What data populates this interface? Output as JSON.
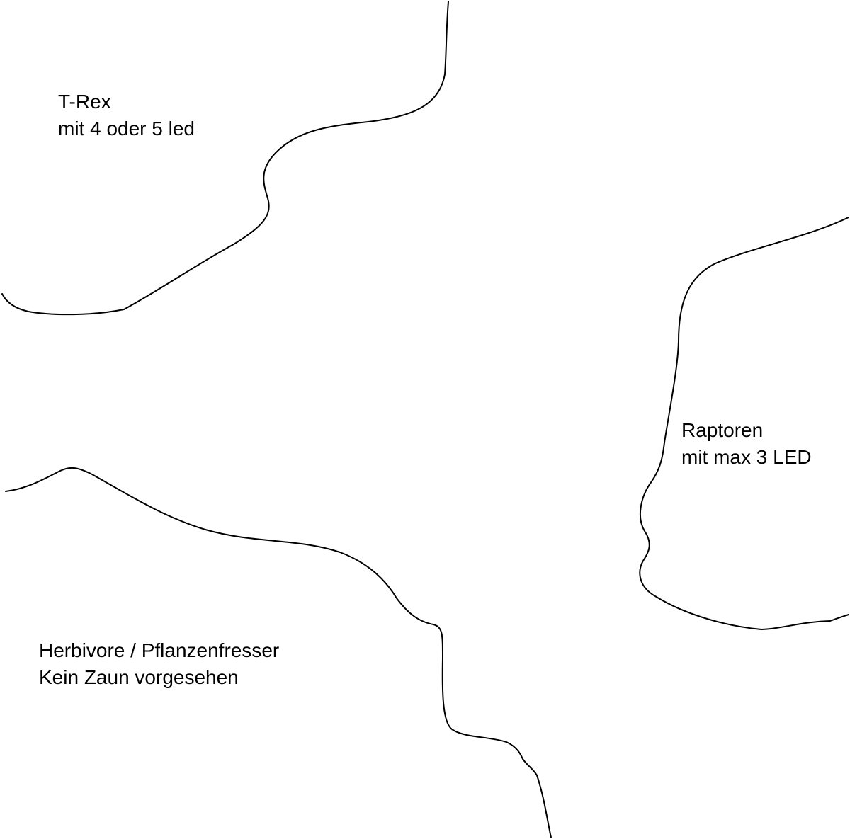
{
  "zones": {
    "trex": {
      "name": "T-Rex",
      "note": "mit 4 oder 5 led"
    },
    "raptoren": {
      "name": "Raptoren",
      "note": "mit max 3 LED"
    },
    "herbivore": {
      "name": "Herbivore / Pflanzenfresser",
      "note": "Kein Zaun vorgesehen"
    }
  },
  "colors": {
    "background": "#ffffff",
    "line": "#000000",
    "text": "#000000"
  }
}
